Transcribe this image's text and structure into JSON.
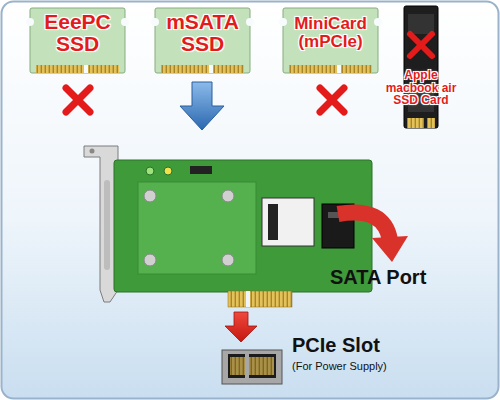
{
  "diagram": {
    "nodes": [
      {
        "text": [
          "EeePC SSD"
        ]
      },
      {
        "text": [
          "mSATA SSD"
        ]
      },
      {
        "text": [
          "MiniCard (mPCIe)"
        ]
      },
      {
        "text": [
          "Apple macbook air SSD Card"
        ]
      }
    ],
    "labels": [
      "SATA Port",
      "PCIe Slot",
      "(For Power Supply)"
    ]
  }
}
